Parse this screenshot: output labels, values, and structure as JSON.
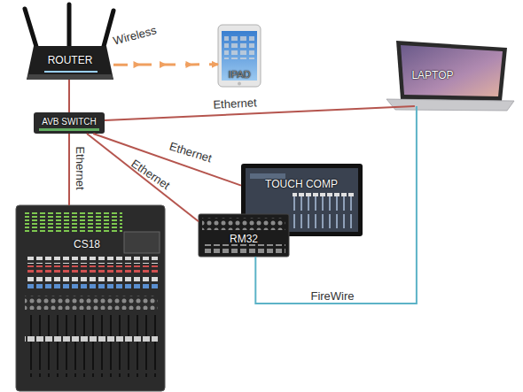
{
  "diagram": {
    "nodes": [
      {
        "text": [
          "ROUTER"
        ]
      },
      {
        "text": [
          "IPAD"
        ]
      },
      {
        "text": [
          "LAPTOP"
        ]
      },
      {
        "text": [
          "AVB SWITCH"
        ]
      },
      {
        "text": [
          "TOUCH COMP"
        ]
      },
      {
        "text": [
          "RM32"
        ]
      },
      {
        "text": [
          "CS18"
        ]
      }
    ],
    "edges": [
      {
        "from": 0,
        "to": 1,
        "label": "Wireless",
        "arrow": "to"
      },
      {
        "from": 0,
        "to": 3,
        "arrow": "none"
      },
      {
        "from": 3,
        "to": 2,
        "label": "Ethernet",
        "arrow": "none"
      },
      {
        "from": 3,
        "to": 6,
        "label": "Ethernet",
        "arrow": "none"
      },
      {
        "from": 3,
        "to": 4,
        "label": "Ethernet",
        "arrow": "none"
      },
      {
        "from": 3,
        "to": 5,
        "label": "Ethernet",
        "arrow": "none"
      },
      {
        "from": 5,
        "to": 2,
        "label": "FireWire",
        "arrow": "none"
      }
    ]
  }
}
